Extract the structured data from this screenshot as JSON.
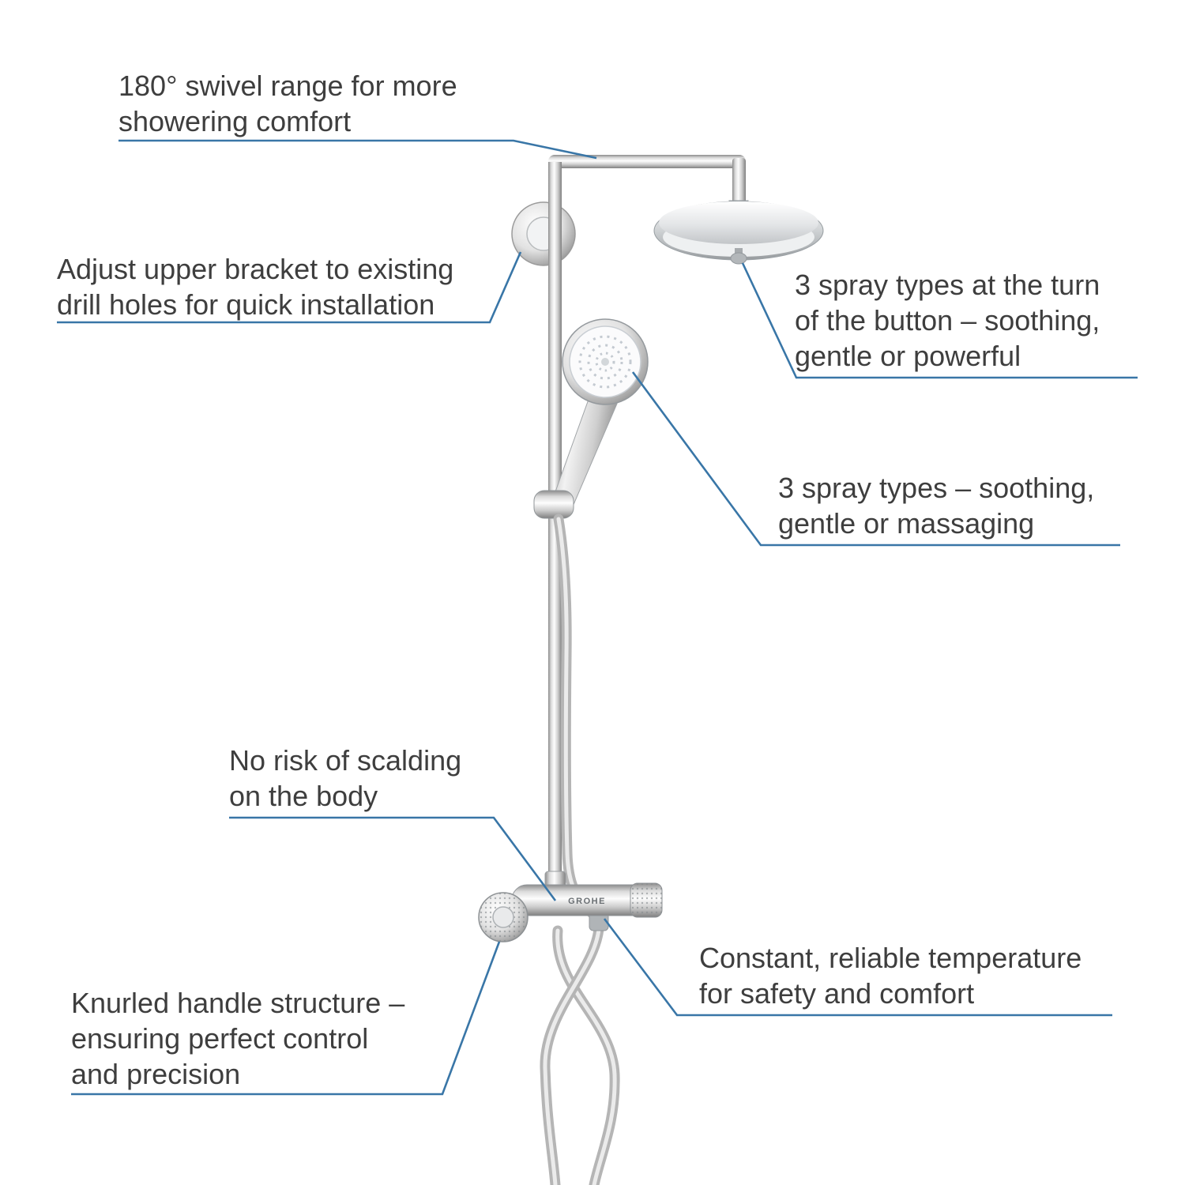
{
  "colors": {
    "background": "#ffffff",
    "text": "#3e3e3e",
    "line": "#3976a7"
  },
  "product": {
    "brand": "GROHE",
    "description": "Shower system with rain shower head, hand shower and thermostatic mixer"
  },
  "annotations": [
    {
      "id": "swivel-range",
      "lines": [
        "180° swivel range for more",
        "showering comfort"
      ]
    },
    {
      "id": "upper-bracket",
      "lines": [
        "Adjust upper bracket to existing",
        "drill holes for quick installation"
      ]
    },
    {
      "id": "head-spray-types",
      "lines": [
        "3 spray types at the turn",
        "of the button – soothing,",
        "gentle or powerful"
      ]
    },
    {
      "id": "hand-spray-types",
      "lines": [
        "3 spray types – soothing,",
        "gentle or massaging"
      ]
    },
    {
      "id": "no-scalding",
      "lines": [
        "No risk of scalding",
        "on the body"
      ]
    },
    {
      "id": "constant-temperature",
      "lines": [
        "Constant, reliable temperature",
        "for safety and comfort"
      ]
    },
    {
      "id": "knurled-handle",
      "lines": [
        "Knurled handle structure –",
        "ensuring perfect control",
        "and precision"
      ]
    }
  ]
}
